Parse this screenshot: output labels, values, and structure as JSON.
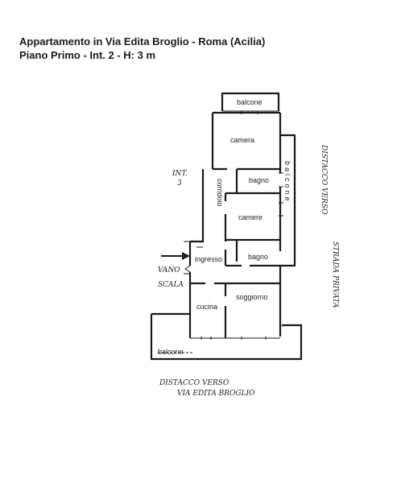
{
  "header": {
    "line1": "Appartamento in Via Edita Broglio - Roma (Acilia)",
    "line2": "Piano Primo - Int. 2 - H: 3 m"
  },
  "rooms": {
    "balcone_top": "balcone",
    "camera_top": "camera",
    "bagno_1": "bagno",
    "corridoio": "corridoio",
    "balcone_side": "balcone",
    "camera_mid": "camere",
    "bagno_2": "bagno",
    "ingresso": "ingresso",
    "cucina": "cucina",
    "soggiorno": "soggiorno",
    "balcone_bottom": "balcone"
  },
  "annotations": {
    "int_a": "INT.",
    "int_b": "3",
    "vano": "VANO",
    "scala": "SCALA",
    "strada_1": "DISTACCO VERSO",
    "strada_2": "STRADA PRIVATA",
    "distacco_1": "DISTACCO VERSO",
    "distacco_2": "VIA EDITA BROGLIO"
  }
}
